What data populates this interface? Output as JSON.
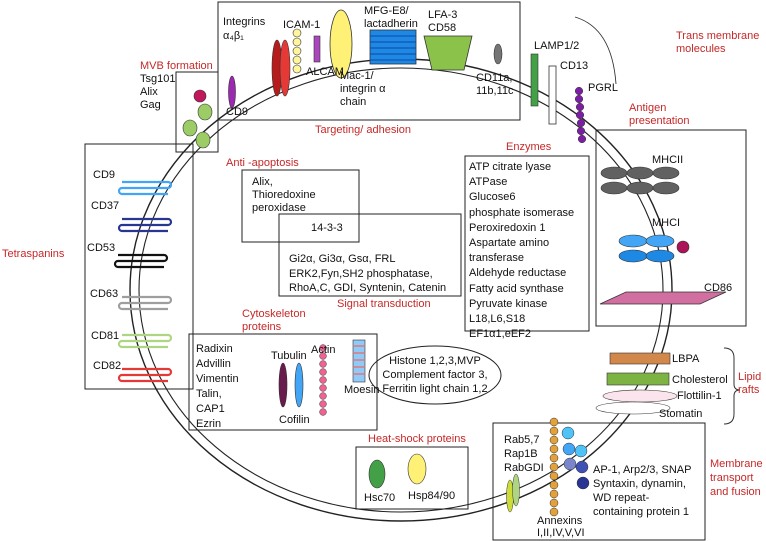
{
  "categories": {
    "trans_membrane": "Trans membrane\nmolecules",
    "targeting": "Targeting/ adhesion",
    "mvb": "MVB formation",
    "tetraspanins": "Tetraspanins",
    "anti_apoptosis": "Anti -apoptosis",
    "enzymes": "Enzymes",
    "antigen": "Antigen\npresentation",
    "signal": "Signal transduction",
    "cytoskeleton": "Cytoskeleton\nproteins",
    "heatshock": "Heat-shock proteins",
    "lipid_rafts": "Lipid\nrafts",
    "membrane_transport": "Membrane\ntransport\nand fusion"
  },
  "adhesion": {
    "integrins": "Integrins",
    "integrin_sub": "α₄β₁",
    "icam": "ICAM-1",
    "alcam": "ALCAM",
    "mfge8": "MFG-E8/\nlactadherin",
    "mac1": "Mac-1/\nintegrin α\nchain",
    "lfa3": "LFA-3\nCD58",
    "cd11": "CD11a,\n11b,11c",
    "cd9": "CD9"
  },
  "transmembrane": {
    "lamp": "LAMP1/2",
    "cd13": "CD13",
    "pgrl": "PGRL"
  },
  "mvb_items": "Tsg101\nAlix\nGag",
  "tetraspanin_items": [
    "CD9",
    "CD37",
    "CD53",
    "CD63",
    "CD81",
    "CD82"
  ],
  "anti_apoptosis_items": "Alix,\nThioredoxine\nperoxidase",
  "protein_1433": "14-3-3",
  "signal_items": "Gi2α, Gi3α, Gsα, FRL\nERK2,Fyn,SH2 phosphatase,\nRhoA,C, GDI, Syntenin, Catenin",
  "enzyme_items": "ATP citrate lyase\nATPase\nGlucose6\nphosphate isomerase\nPeroxiredoxin 1\nAspartate amino\ntransferase\nAldehyde reductase\nFatty acid synthase\nPyruvate kinase\nL18,L6,S18\nEF1α1,eEF2",
  "antigen": {
    "mhc2": "MHCII",
    "mhc1": "MHCI",
    "cd86": "CD86"
  },
  "cytoskeleton": {
    "list": "Radixin\nAdvillin\nVimentin\nTalin,\nCAP1\nEzrin",
    "tubulin": "Tubulin",
    "actin": "Actin",
    "cofilin": "Cofilin",
    "moesin": "Moesin"
  },
  "histone_ellipse": "Histone 1,2,3,MVP\nComplement factor 3,\nFerritin light chain 1,2",
  "heatshock": {
    "hsc70": "Hsc70",
    "hsp": "Hsp84/90"
  },
  "lipid_rafts_items": [
    "LBPA",
    "Cholesterol",
    "Flottilin-1",
    "Stomatin"
  ],
  "membrane_transport": {
    "rab": "Rab5,7\nRap1B\nRabGDI",
    "right": "AP-1, Arp2/3, SNAP\nSyntaxin, dynamin,\nWD repeat-\ncontaining protein 1",
    "annexins": "Annexins\nI,II,IV,V,VI"
  },
  "colors": {
    "label_red": "#c62828",
    "line": "#222222"
  }
}
